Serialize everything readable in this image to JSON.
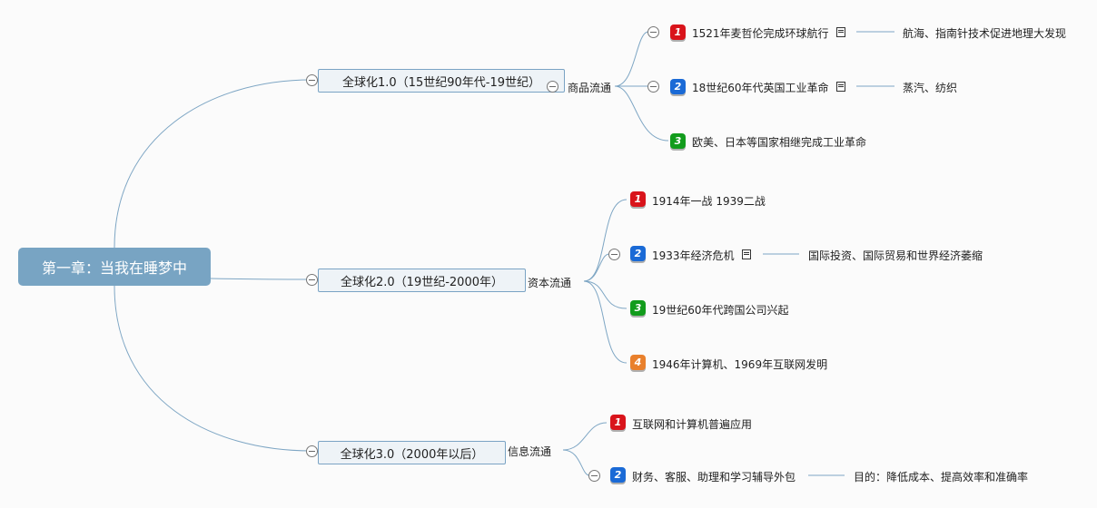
{
  "root": {
    "title": "第一章：当我在睡梦中"
  },
  "colors": {
    "red": "#d9141b",
    "blue": "#1a6ad6",
    "green": "#129c1c",
    "orange": "#e9802c",
    "line": "#7ea6c4"
  },
  "branches": [
    {
      "title": "全球化1.0（15世纪90年代-19世纪）",
      "label": "商品流通",
      "items": [
        {
          "num": "1",
          "text": "1521年麦哲伦完成环球航行",
          "note": "航海、指南针技术促进地理大发现"
        },
        {
          "num": "2",
          "text": "18世纪60年代英国工业革命",
          "note": "蒸汽、纺织"
        },
        {
          "num": "3",
          "text": "欧美、日本等国家相继完成工业革命"
        }
      ]
    },
    {
      "title": "全球化2.0（19世纪-2000年）",
      "label": "资本流通",
      "items": [
        {
          "num": "1",
          "text": "1914年一战 1939二战"
        },
        {
          "num": "2",
          "text": "1933年经济危机",
          "note": "国际投资、国际贸易和世界经济萎缩"
        },
        {
          "num": "3",
          "text": "19世纪60年代跨国公司兴起"
        },
        {
          "num": "4",
          "text": "1946年计算机、1969年互联网发明"
        }
      ]
    },
    {
      "title": "全球化3.0（2000年以后）",
      "label": "信息流通",
      "items": [
        {
          "num": "1",
          "text": "互联网和计算机普遍应用"
        },
        {
          "num": "2",
          "text": "财务、客服、助理和学习辅导外包",
          "note": "目的：降低成本、提高效率和准确率"
        }
      ]
    }
  ]
}
